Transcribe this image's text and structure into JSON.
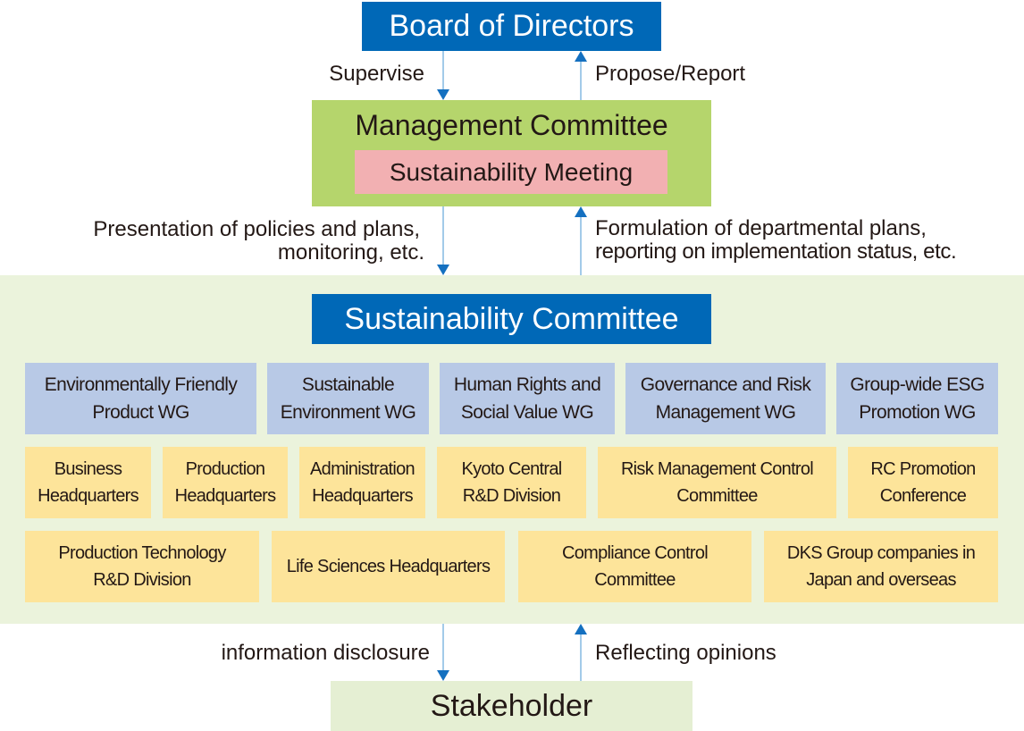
{
  "board": "Board of Directors",
  "management": "Management Committee",
  "meeting": "Sustainability Meeting",
  "committee": "Sustainability Committee",
  "stakeholder": "Stakeholder",
  "labels": {
    "supervise": "Supervise",
    "propose": "Propose/Report",
    "presentation_1": "Presentation of policies and plans,",
    "presentation_2": "monitoring, etc.",
    "formulation_1": "Formulation of departmental plans,",
    "formulation_2": "reporting on implementation status, etc.",
    "disclosure": "information disclosure",
    "reflecting": "Reflecting opinions"
  },
  "working_groups": [
    [
      "Environmentally Friendly",
      "Product WG"
    ],
    [
      "Sustainable",
      "Environment WG"
    ],
    [
      "Human Rights and",
      "Social Value WG"
    ],
    [
      "Governance and Risk",
      "Management WG"
    ],
    [
      "Group-wide ESG",
      "Promotion WG"
    ]
  ],
  "divisions_row1": [
    [
      "Business",
      "Headquarters"
    ],
    [
      "Production",
      "Headquarters"
    ],
    [
      "Administration",
      "Headquarters"
    ],
    [
      "Kyoto Central",
      "R&D Division"
    ],
    [
      "Risk Management Control",
      "Committee"
    ],
    [
      "RC Promotion",
      "Conference"
    ]
  ],
  "divisions_row2": [
    [
      "Production Technology",
      "R&D Division"
    ],
    [
      "Life Sciences Headquarters"
    ],
    [
      "Compliance Control",
      "Committee"
    ],
    [
      "DKS Group companies in",
      "Japan and overseas"
    ]
  ],
  "colors": {
    "blue": "#0068b7",
    "management": "#b5d56c",
    "meeting": "#f2b0b2",
    "area": "#ebf3dc",
    "wg": "#b8c9e6",
    "division": "#fde49a"
  }
}
